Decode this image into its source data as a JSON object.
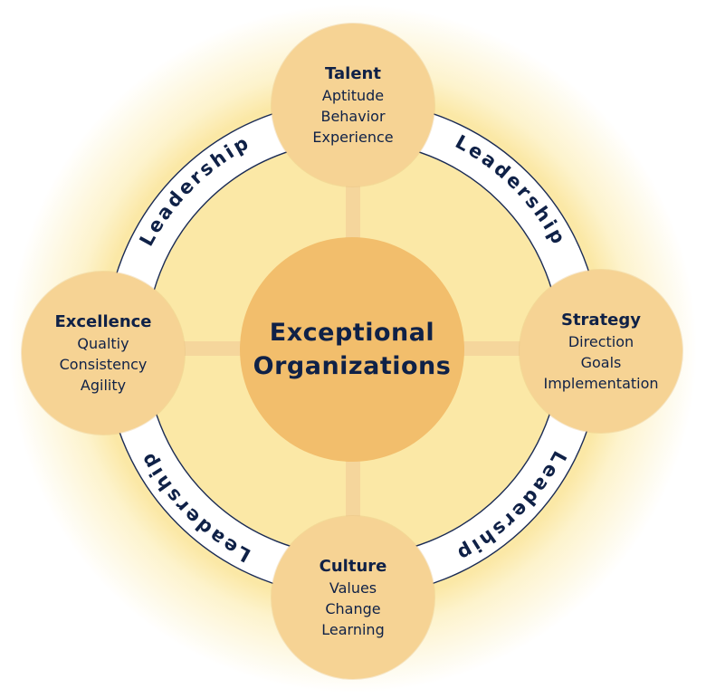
{
  "center": {
    "line1": "Exceptional",
    "line2": "Organizations"
  },
  "ring_label": "Leadership",
  "nodes": {
    "top": {
      "title": "Talent",
      "items": [
        "Aptitude",
        "Behavior",
        "Experience"
      ]
    },
    "right": {
      "title": "Strategy",
      "items": [
        "Direction",
        "Goals",
        "Implementation"
      ]
    },
    "bottom": {
      "title": "Culture",
      "items": [
        "Values",
        "Change",
        "Learning"
      ]
    },
    "left": {
      "title": "Excellence",
      "items": [
        "Qualtiy",
        "Consistency",
        "Agility"
      ]
    }
  },
  "colors": {
    "text": "#0f2147",
    "node_fill": "#f6d394",
    "center_fill": "#f2be6c",
    "inner_fill": "#fbe8a6",
    "spoke": "#f5d69c"
  }
}
